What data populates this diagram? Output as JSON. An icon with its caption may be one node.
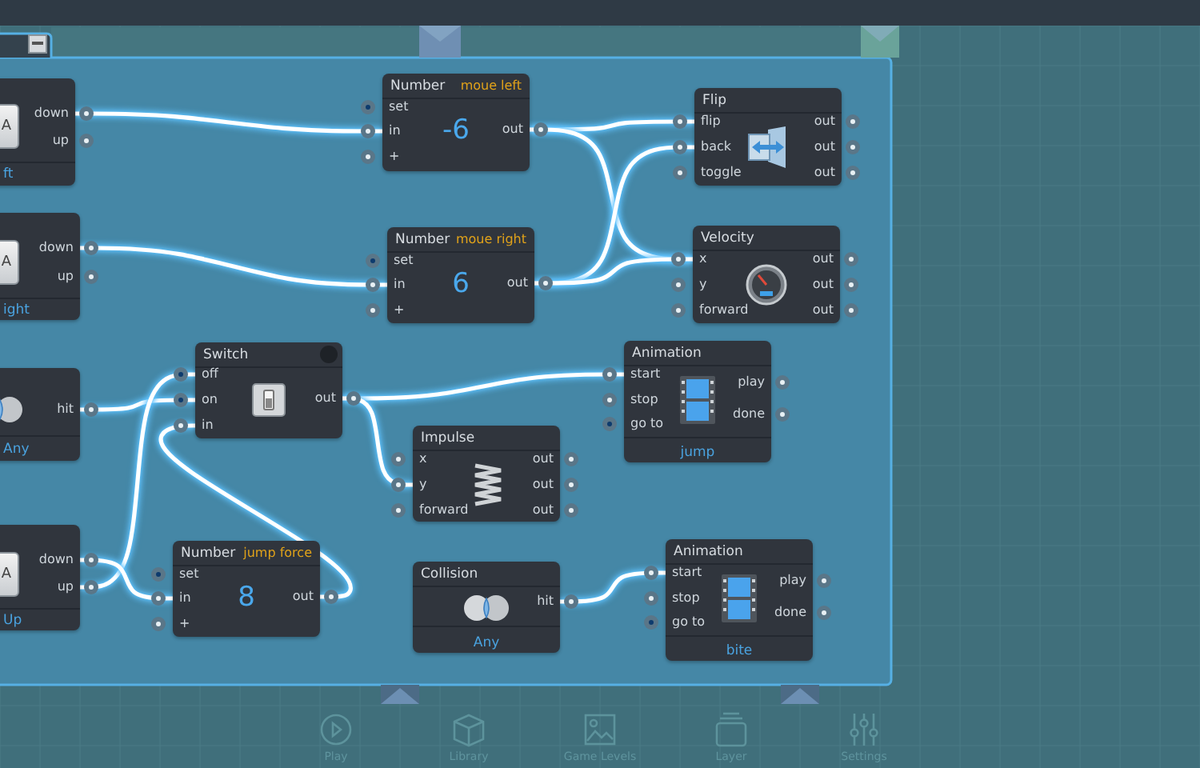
{
  "diagram": {
    "nodes": [
      {
        "text": [
          "A",
          "down",
          "up",
          "ft"
        ]
      },
      {
        "text": [
          "A",
          "down",
          "up",
          "ight"
        ]
      },
      {
        "text": [
          "hit",
          "Any"
        ]
      },
      {
        "text": [
          "A",
          "down",
          "up",
          "Up"
        ]
      },
      {
        "text": [
          "Number",
          "moue left",
          "set",
          "in",
          "+",
          "-6",
          "out"
        ]
      },
      {
        "text": [
          "Number",
          "moue right",
          "set",
          "in",
          "+",
          "6",
          "out"
        ]
      },
      {
        "text": [
          "Switch",
          "off",
          "on",
          "in",
          "out"
        ]
      },
      {
        "text": [
          "Number",
          "jump force",
          "set",
          "in",
          "+",
          "8",
          "out"
        ]
      },
      {
        "text": [
          "Impulse",
          "x",
          "y",
          "forward",
          "out",
          "out",
          "out"
        ]
      },
      {
        "text": [
          "Collision",
          "hit",
          "Any"
        ]
      },
      {
        "text": [
          "Flip",
          "flip",
          "back",
          "toggle",
          "out",
          "out",
          "out"
        ]
      },
      {
        "text": [
          "Velocity",
          "x",
          "y",
          "forward",
          "out",
          "out",
          "out"
        ]
      },
      {
        "text": [
          "Animation",
          "start",
          "stop",
          "go to",
          "play",
          "done",
          "jump"
        ]
      },
      {
        "text": [
          "Animation",
          "start",
          "stop",
          "go to",
          "play",
          "done",
          "bite"
        ]
      }
    ],
    "edges": [
      {
        "from": 0,
        "to": 4,
        "arrow": "none"
      },
      {
        "from": 1,
        "to": 5,
        "arrow": "none"
      },
      {
        "from": 4,
        "to": 10,
        "arrow": "none"
      },
      {
        "from": 4,
        "to": 11,
        "arrow": "none"
      },
      {
        "from": 5,
        "to": 10,
        "arrow": "none"
      },
      {
        "from": 5,
        "to": 11,
        "arrow": "none"
      },
      {
        "from": 2,
        "to": 6,
        "arrow": "none"
      },
      {
        "from": 3,
        "to": 6,
        "arrow": "none"
      },
      {
        "from": 3,
        "to": 7,
        "arrow": "none"
      },
      {
        "from": 7,
        "to": 6,
        "arrow": "none"
      },
      {
        "from": 6,
        "to": 12,
        "arrow": "none"
      },
      {
        "from": 6,
        "to": 8,
        "arrow": "none"
      },
      {
        "from": 9,
        "to": 13,
        "arrow": "none"
      }
    ],
    "labels": [
      "Play",
      "Library",
      "Game Levels",
      "Layer",
      "Settings"
    ]
  }
}
